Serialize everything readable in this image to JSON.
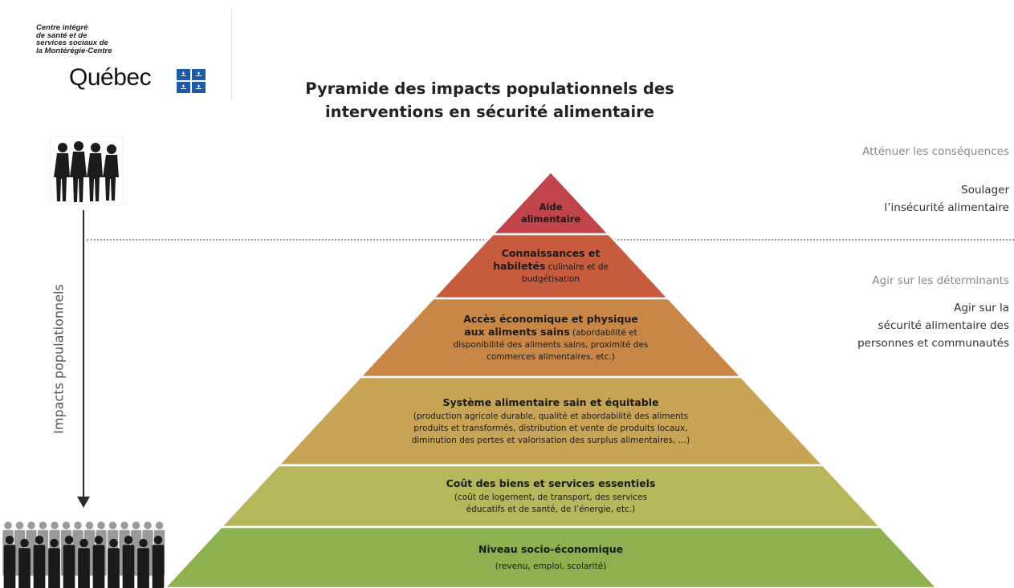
{
  "logo": {
    "organization": "Centre intégré\nde santé et de\nservices sociaux de\nla Montérégie-Centre",
    "province": "Québec",
    "flag_color": "#1E5AA8"
  },
  "title": {
    "line1": "Pyramide des impacts populationnels des",
    "line2": "interventions en sécurité alimentaire"
  },
  "right_labels": {
    "attenuer": "Atténuer les conséquences",
    "soulager_1": "Soulager",
    "soulager_2": "l’insécurité alimentaire",
    "agir_determinants": "Agir sur les déterminants",
    "agir_1": "Agir sur la",
    "agir_2": "sécurité alimentaire des",
    "agir_3": "personnes et communautés"
  },
  "axis": {
    "label": "Impacts populationnels",
    "top_icon": "small-group-people-icon",
    "bottom_icon": "large-crowd-people-icon"
  },
  "pyramid": {
    "levels": [
      {
        "title": "Aide\nalimentaire",
        "title_inline_extra": "",
        "detail": "",
        "color": "#C0444A"
      },
      {
        "title": "Connaissances et\nhabiletés",
        "title_inline_extra": " culinaire et de",
        "detail": "budgétisation",
        "color": "#C65B3E"
      },
      {
        "title": "Accès économique et physique\naux aliments sains",
        "title_inline_extra": " (abordabilité et",
        "detail": "disponibilité des aliments sains, proximité des\ncommerces alimentaires, etc.)",
        "color": "#C98747"
      },
      {
        "title": "Système alimentaire sain et équitable",
        "title_inline_extra": "",
        "detail": "(production agricole durable, qualité et abordabilité des aliments\nproduits et transformés, distribution et vente de produits locaux,\ndiminution des pertes et valorisation des surplus alimentaires, …)",
        "color": "#C8A457"
      },
      {
        "title": "Coût des biens et services essentiels",
        "title_inline_extra": "",
        "detail": "(coût de logement, de transport, des services\néducatifs et de santé, de l’énergie, etc.)",
        "color": "#B6B75A"
      },
      {
        "title": "Niveau socio-économique",
        "title_inline_extra": "",
        "detail": "(revenu, emploi, scolarité)",
        "color": "#8CB14E"
      }
    ]
  }
}
